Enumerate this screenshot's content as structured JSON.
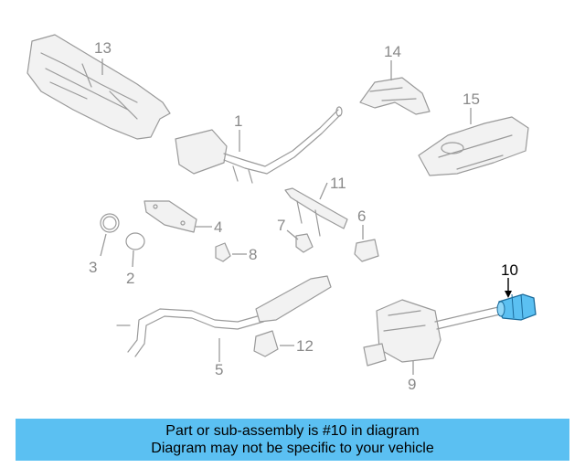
{
  "diagram": {
    "callouts": {
      "c1": "1",
      "c2": "2",
      "c3": "3",
      "c4": "4",
      "c5": "5",
      "c6": "6",
      "c7": "7",
      "c8": "8",
      "c9": "9",
      "c10": "10",
      "c11": "11",
      "c12": "12",
      "c13": "13",
      "c14": "14",
      "c15": "15"
    },
    "highlight_color": "#5bc0f2"
  },
  "banner": {
    "line1": "Part or sub-assembly is #10 in diagram",
    "line2": "Diagram may not be specific to your vehicle",
    "background": "#5bc0f2"
  }
}
